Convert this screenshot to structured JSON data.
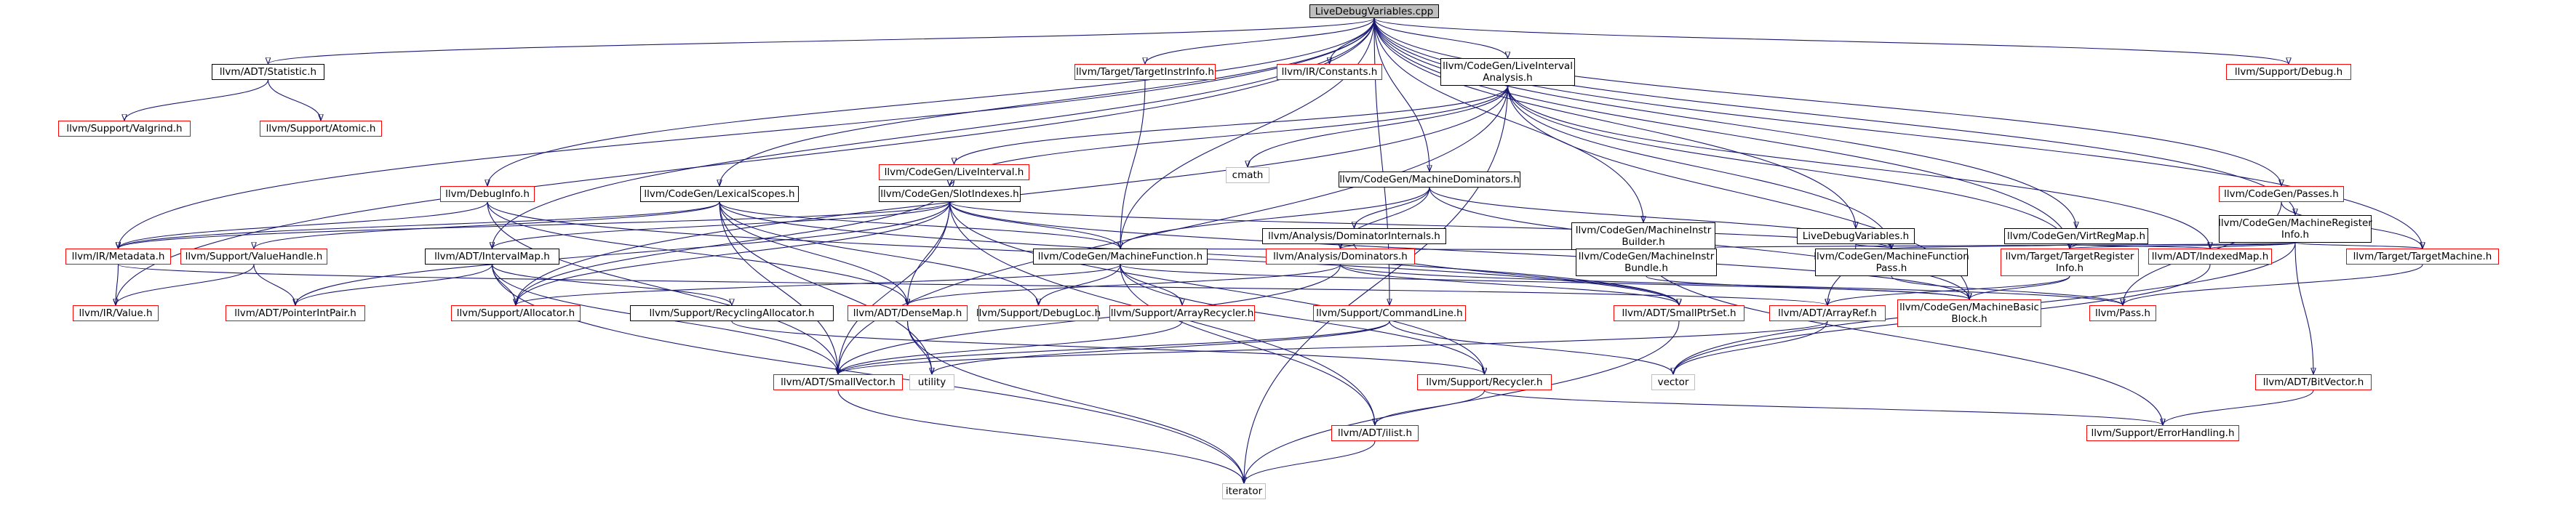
{
  "diagram": {
    "nodes": [
      {
        "id": "root",
        "label": "LiveDebugVariables.cpp",
        "style": "root"
      },
      {
        "id": "statistic",
        "label": "llvm/ADT/Statistic.h",
        "style": "black"
      },
      {
        "id": "tti",
        "label": "llvm/Target/TargetInstrInfo.h",
        "style": "red"
      },
      {
        "id": "constants",
        "label": "llvm/IR/Constants.h",
        "style": "red"
      },
      {
        "id": "liveintanalysis",
        "label": "llvm/CodeGen/LiveInterval\nAnalysis.h",
        "style": "black"
      },
      {
        "id": "debug",
        "label": "llvm/Support/Debug.h",
        "style": "red"
      },
      {
        "id": "valgrind",
        "label": "llvm/Support/Valgrind.h",
        "style": "red"
      },
      {
        "id": "atomic",
        "label": "llvm/Support/Atomic.h",
        "style": "red"
      },
      {
        "id": "liveinterval",
        "label": "llvm/CodeGen/LiveInterval.h",
        "style": "red"
      },
      {
        "id": "cmath",
        "label": "cmath",
        "style": "gray"
      },
      {
        "id": "mdom",
        "label": "llvm/CodeGen/MachineDominators.h",
        "style": "black"
      },
      {
        "id": "debuginfo",
        "label": "llvm/DebugInfo.h",
        "style": "red"
      },
      {
        "id": "lexscopes",
        "label": "llvm/CodeGen/LexicalScopes.h",
        "style": "black"
      },
      {
        "id": "slotidx",
        "label": "llvm/CodeGen/SlotIndexes.h",
        "style": "black"
      },
      {
        "id": "domint",
        "label": "llvm/Analysis/DominatorInternals.h",
        "style": "black"
      },
      {
        "id": "mibuilder",
        "label": "llvm/CodeGen/MachineInstr\nBuilder.h",
        "style": "black"
      },
      {
        "id": "livedbgvars",
        "label": "LiveDebugVariables.h",
        "style": "black"
      },
      {
        "id": "vrm",
        "label": "llvm/CodeGen/VirtRegMap.h",
        "style": "black"
      },
      {
        "id": "mri",
        "label": "llvm/CodeGen/MachineRegister\nInfo.h",
        "style": "black"
      },
      {
        "id": "passes",
        "label": "llvm/CodeGen/Passes.h",
        "style": "red"
      },
      {
        "id": "metadata",
        "label": "llvm/IR/Metadata.h",
        "style": "red"
      },
      {
        "id": "valuehandle",
        "label": "llvm/Support/ValueHandle.h",
        "style": "red"
      },
      {
        "id": "intervalmap",
        "label": "llvm/ADT/IntervalMap.h",
        "style": "black"
      },
      {
        "id": "mf",
        "label": "llvm/CodeGen/MachineFunction.h",
        "style": "black"
      },
      {
        "id": "analysisdom",
        "label": "llvm/Analysis/Dominators.h",
        "style": "red"
      },
      {
        "id": "mibundle",
        "label": "llvm/CodeGen/MachineInstr\nBundle.h",
        "style": "black"
      },
      {
        "id": "mfpass",
        "label": "llvm/CodeGen/MachineFunction\nPass.h",
        "style": "black"
      },
      {
        "id": "tri",
        "label": "llvm/Target/TargetRegister\nInfo.h",
        "style": "red"
      },
      {
        "id": "indexedmap",
        "label": "llvm/ADT/IndexedMap.h",
        "style": "red"
      },
      {
        "id": "tm",
        "label": "llvm/Target/TargetMachine.h",
        "style": "red"
      },
      {
        "id": "irvalue",
        "label": "llvm/IR/Value.h",
        "style": "red"
      },
      {
        "id": "pointerintpair",
        "label": "llvm/ADT/PointerIntPair.h",
        "style": "red"
      },
      {
        "id": "allocator",
        "label": "llvm/Support/Allocator.h",
        "style": "red"
      },
      {
        "id": "recyclingalloc",
        "label": "llvm/Support/RecyclingAllocator.h",
        "style": "black"
      },
      {
        "id": "densemap",
        "label": "llvm/ADT/DenseMap.h",
        "style": "red"
      },
      {
        "id": "debugloc",
        "label": "llvm/Support/DebugLoc.h",
        "style": "red"
      },
      {
        "id": "arrayrecycler",
        "label": "llvm/Support/ArrayRecycler.h",
        "style": "red"
      },
      {
        "id": "commandline",
        "label": "llvm/Support/CommandLine.h",
        "style": "red"
      },
      {
        "id": "smallptrset",
        "label": "llvm/ADT/SmallPtrSet.h",
        "style": "red"
      },
      {
        "id": "arrayref",
        "label": "llvm/ADT/ArrayRef.h",
        "style": "red"
      },
      {
        "id": "mbb",
        "label": "llvm/CodeGen/MachineBasic\nBlock.h",
        "style": "red"
      },
      {
        "id": "pass",
        "label": "llvm/Pass.h",
        "style": "red"
      },
      {
        "id": "bitvector",
        "label": "llvm/ADT/BitVector.h",
        "style": "red"
      },
      {
        "id": "smallvector",
        "label": "llvm/ADT/SmallVector.h",
        "style": "red"
      },
      {
        "id": "utility",
        "label": "utility",
        "style": "gray"
      },
      {
        "id": "recycler",
        "label": "llvm/Support/Recycler.h",
        "style": "red"
      },
      {
        "id": "vector",
        "label": "vector",
        "style": "gray"
      },
      {
        "id": "ilist",
        "label": "llvm/ADT/ilist.h",
        "style": "red"
      },
      {
        "id": "errorhandling",
        "label": "llvm/Support/ErrorHandling.h",
        "style": "red"
      },
      {
        "id": "iterator",
        "label": "iterator",
        "style": "gray"
      }
    ],
    "edges": [
      [
        "root",
        "statistic"
      ],
      [
        "root",
        "tti"
      ],
      [
        "root",
        "constants"
      ],
      [
        "root",
        "liveintanalysis"
      ],
      [
        "root",
        "debug"
      ],
      [
        "root",
        "debuginfo"
      ],
      [
        "root",
        "lexscopes"
      ],
      [
        "root",
        "mdom"
      ],
      [
        "root",
        "mibuilder"
      ],
      [
        "root",
        "livedbgvars"
      ],
      [
        "root",
        "vrm"
      ],
      [
        "root",
        "mri"
      ],
      [
        "root",
        "passes"
      ],
      [
        "root",
        "metadata"
      ],
      [
        "root",
        "intervalmap"
      ],
      [
        "root",
        "mf"
      ],
      [
        "root",
        "irvalue"
      ],
      [
        "root",
        "tri"
      ],
      [
        "root",
        "tm"
      ],
      [
        "root",
        "commandline"
      ],
      [
        "statistic",
        "valgrind"
      ],
      [
        "statistic",
        "atomic"
      ],
      [
        "tti",
        "mf"
      ],
      [
        "liveintanalysis",
        "liveinterval"
      ],
      [
        "liveintanalysis",
        "cmath"
      ],
      [
        "liveintanalysis",
        "slotidx"
      ],
      [
        "liveintanalysis",
        "allocator"
      ],
      [
        "liveintanalysis",
        "indexedmap"
      ],
      [
        "liveintanalysis",
        "mfpass"
      ],
      [
        "liveintanalysis",
        "tri"
      ],
      [
        "liveintanalysis",
        "iterator"
      ],
      [
        "liveintanalysis",
        "smallvector"
      ],
      [
        "liveintanalysis",
        "mbb"
      ],
      [
        "liveinterval",
        "slotidx"
      ],
      [
        "liveinterval",
        "allocator"
      ],
      [
        "mdom",
        "mf"
      ],
      [
        "mdom",
        "domint"
      ],
      [
        "mdom",
        "analysisdom"
      ],
      [
        "mdom",
        "mfpass"
      ],
      [
        "mdom",
        "mbb"
      ],
      [
        "debuginfo",
        "metadata"
      ],
      [
        "debuginfo",
        "smallvector"
      ],
      [
        "debuginfo",
        "densemap"
      ],
      [
        "debuginfo",
        "smallptrset"
      ],
      [
        "lexscopes",
        "metadata"
      ],
      [
        "lexscopes",
        "mf"
      ],
      [
        "lexscopes",
        "densemap"
      ],
      [
        "lexscopes",
        "smallptrset"
      ],
      [
        "lexscopes",
        "smallvector"
      ],
      [
        "lexscopes",
        "debugloc"
      ],
      [
        "lexscopes",
        "valuehandle"
      ],
      [
        "lexscopes",
        "utility"
      ],
      [
        "slotidx",
        "mf"
      ],
      [
        "slotidx",
        "mfpass"
      ],
      [
        "slotidx",
        "intervalmap"
      ],
      [
        "slotidx",
        "densemap"
      ],
      [
        "slotidx",
        "allocator"
      ],
      [
        "slotidx",
        "smallvector"
      ],
      [
        "slotidx",
        "ilist"
      ],
      [
        "slotidx",
        "metadata"
      ],
      [
        "slotidx",
        "pointerintpair"
      ],
      [
        "slotidx",
        "mbb"
      ],
      [
        "slotidx",
        "recycler"
      ],
      [
        "domint",
        "analysisdom"
      ],
      [
        "domint",
        "smallptrset"
      ],
      [
        "mibuilder",
        "mf"
      ],
      [
        "mibuilder",
        "mibundle"
      ],
      [
        "mibuilder",
        "errorhandling"
      ],
      [
        "livedbgvars",
        "mfpass"
      ],
      [
        "livedbgvars",
        "arrayref"
      ],
      [
        "vrm",
        "mfpass"
      ],
      [
        "vrm",
        "tri"
      ],
      [
        "vrm",
        "indexedmap"
      ],
      [
        "mri",
        "mibundle"
      ],
      [
        "mri",
        "tri"
      ],
      [
        "mri",
        "indexedmap"
      ],
      [
        "mri",
        "tm"
      ],
      [
        "mri",
        "bitvector"
      ],
      [
        "mri",
        "vector"
      ],
      [
        "passes",
        "pass"
      ],
      [
        "passes",
        "tm"
      ],
      [
        "metadata",
        "irvalue"
      ],
      [
        "metadata",
        "arrayref"
      ],
      [
        "valuehandle",
        "pointerintpair"
      ],
      [
        "valuehandle",
        "irvalue"
      ],
      [
        "intervalmap",
        "pointerintpair"
      ],
      [
        "intervalmap",
        "allocator"
      ],
      [
        "intervalmap",
        "recyclingalloc"
      ],
      [
        "intervalmap",
        "smallvector"
      ],
      [
        "intervalmap",
        "iterator"
      ],
      [
        "mf",
        "allocator"
      ],
      [
        "mf",
        "debugloc"
      ],
      [
        "mf",
        "arrayrecycler"
      ],
      [
        "mf",
        "recycler"
      ],
      [
        "mf",
        "mbb"
      ],
      [
        "mf",
        "ilist"
      ],
      [
        "analysisdom",
        "densemap"
      ],
      [
        "analysisdom",
        "pass"
      ],
      [
        "analysisdom",
        "smallptrset"
      ],
      [
        "analysisdom",
        "smallvector"
      ],
      [
        "mibundle",
        "mbb"
      ],
      [
        "mfpass",
        "pass"
      ],
      [
        "tri",
        "mbb"
      ],
      [
        "tri",
        "arrayref"
      ],
      [
        "indexedmap",
        "vector"
      ],
      [
        "tm",
        "pass"
      ],
      [
        "recyclingalloc",
        "recycler"
      ],
      [
        "densemap",
        "utility"
      ],
      [
        "densemap",
        "iterator"
      ],
      [
        "arrayrecycler",
        "smallvector"
      ],
      [
        "commandline",
        "smallvector"
      ],
      [
        "commandline",
        "vector"
      ],
      [
        "commandline",
        "utility"
      ],
      [
        "smallptrset",
        "iterator"
      ],
      [
        "arrayref",
        "smallvector"
      ],
      [
        "arrayref",
        "vector"
      ],
      [
        "bitvector",
        "errorhandling"
      ],
      [
        "smallvector",
        "iterator"
      ],
      [
        "recycler",
        "ilist"
      ],
      [
        "recycler",
        "errorhandling"
      ],
      [
        "ilist",
        "iterator"
      ]
    ]
  }
}
